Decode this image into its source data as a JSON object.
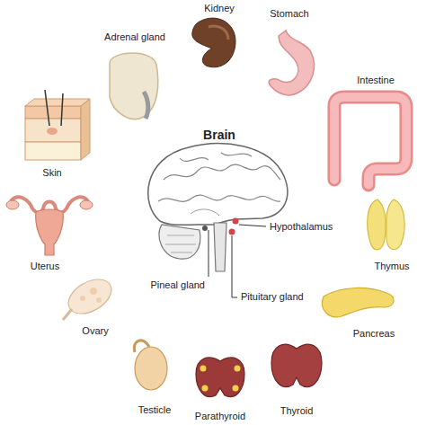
{
  "diagram": {
    "labels": [
      "Kidney",
      "Adrenal gland",
      "Stomach",
      "Intestine",
      "Brain",
      "Skin",
      "Hypothalamus",
      "Thymus",
      "Uterus",
      "Pineal gland",
      "Pituitary gland",
      "Pancreas",
      "Ovary",
      "Testicle",
      "Parathyroid",
      "Thyroid"
    ]
  }
}
